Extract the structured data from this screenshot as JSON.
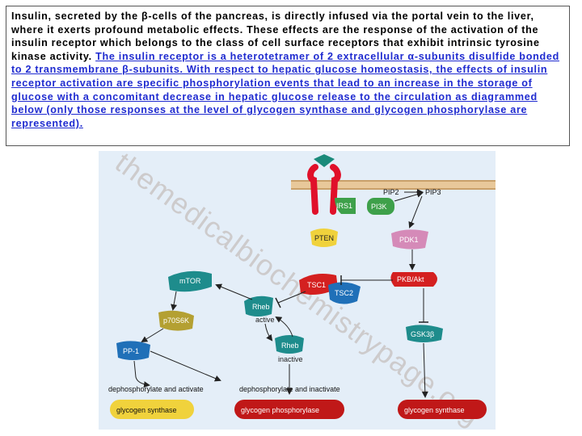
{
  "description": {
    "plain": "Insulin, secreted by the β-cells of the pancreas, is directly infused via the portal vein to the liver, where it exerts profound metabolic effects. These effects are the response of the activation of the insulin receptor which belongs to the class of cell surface receptors that exhibit intrinsic tyrosine kinase activity.",
    "highlight": "The insulin receptor is a heterotetramer of 2 extracellular α-subunits disulfide bonded to 2 transmembrane β-subunits. With respect to hepatic glucose homeostasis, the effects of insulin receptor activation are specific phosphorylation events that lead to an increase in the storage of glucose with a concomitant decrease in hepatic glucose release to the circulation as diagrammed below (only those responses at the level of glycogen synthase and glycogen phosphorylase are represented)."
  },
  "watermark": "themedicalbiochemistrypage.org",
  "nodes": {
    "pip2": "PIP2",
    "pip3": "PIP3",
    "irs1": "IRS1",
    "pi3k": "PI3K",
    "pten": "PTEN",
    "pdk1": "PDK1",
    "mtor": "mTOR",
    "tsc1": "TSC1",
    "tsc2": "TSC2",
    "pkb_akt": "PKB/Akt",
    "rheb_active": "Rheb",
    "rheb_active_state": "active",
    "p70s6k": "p70S6K",
    "gsk3b": "GSK3β",
    "pp1": "PP-1",
    "rheb_inactive": "Rheb",
    "rheb_inactive_state": "inactive",
    "dephos_activate": "dephosphorylate and activate",
    "dephos_inactivate": "dephosphorylate and inactivate",
    "glycogen_synthase_left": "glycogen synthase",
    "glycogen_phosphorylase": "glycogen phosphorylase",
    "glycogen_synthase_right": "glycogen synthase"
  },
  "colors": {
    "background": "#e4eef8",
    "receptor": "#e0102a",
    "receptor_cap": "#1a8a7a",
    "membrane": "#e8c89a",
    "teal": "#1e8c8c",
    "green": "#3ea04a",
    "yellow": "#f0d23c",
    "pink": "#d58ab8",
    "red": "#d42020",
    "olive": "#b4a032",
    "blue": "#2070b8",
    "enzyme_red": "#c01818"
  }
}
